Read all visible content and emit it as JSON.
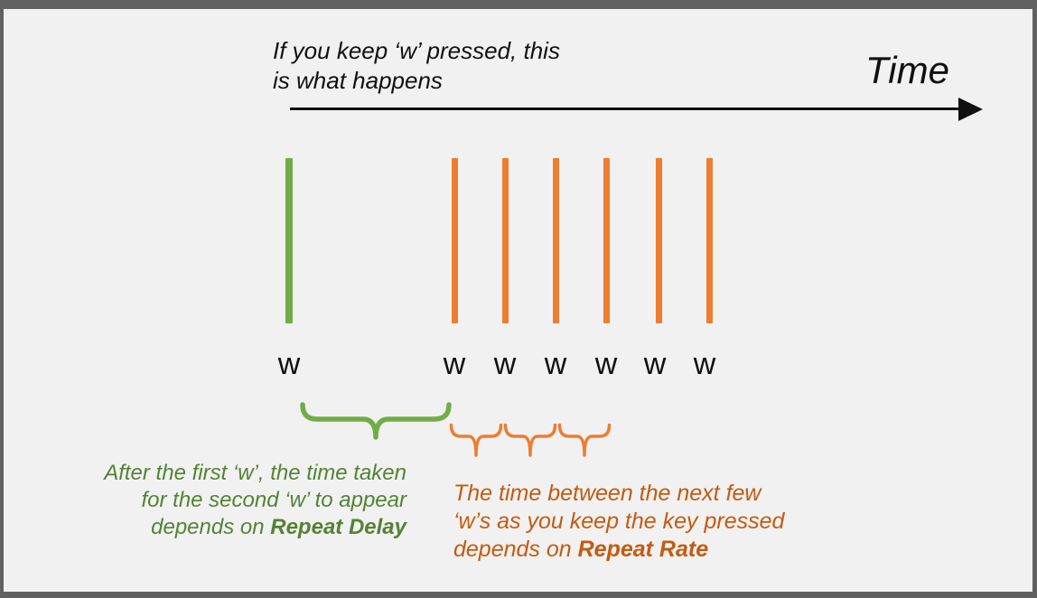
{
  "colors": {
    "background": "#F1F1F1",
    "frame_border": "#616161",
    "ink": "#101010",
    "green": "#70AD47",
    "orange": "#ED7D31",
    "green_text": "#548235",
    "orange_text": "#C55A11"
  },
  "header": {
    "intro_line1": "If you keep ‘w’ pressed, this",
    "intro_line2": "is what happens",
    "time_label": "Time"
  },
  "timeline": {
    "keys": [
      {
        "label": "w",
        "role": "first-press"
      },
      {
        "label": "w",
        "role": "repeat"
      },
      {
        "label": "w",
        "role": "repeat"
      },
      {
        "label": "w",
        "role": "repeat"
      },
      {
        "label": "w",
        "role": "repeat"
      },
      {
        "label": "w",
        "role": "repeat"
      },
      {
        "label": "w",
        "role": "repeat"
      }
    ]
  },
  "annotations": {
    "repeat_delay": {
      "line1": "After the first ‘w’, the time taken",
      "line2": "for the second ‘w’ to appear",
      "line3_prefix": "depends on ",
      "term": "Repeat Delay"
    },
    "repeat_rate": {
      "line1": "The time between the next few",
      "line2": "‘w’s as you keep the key pressed",
      "line3_prefix": "depends on ",
      "term": "Repeat Rate"
    }
  }
}
